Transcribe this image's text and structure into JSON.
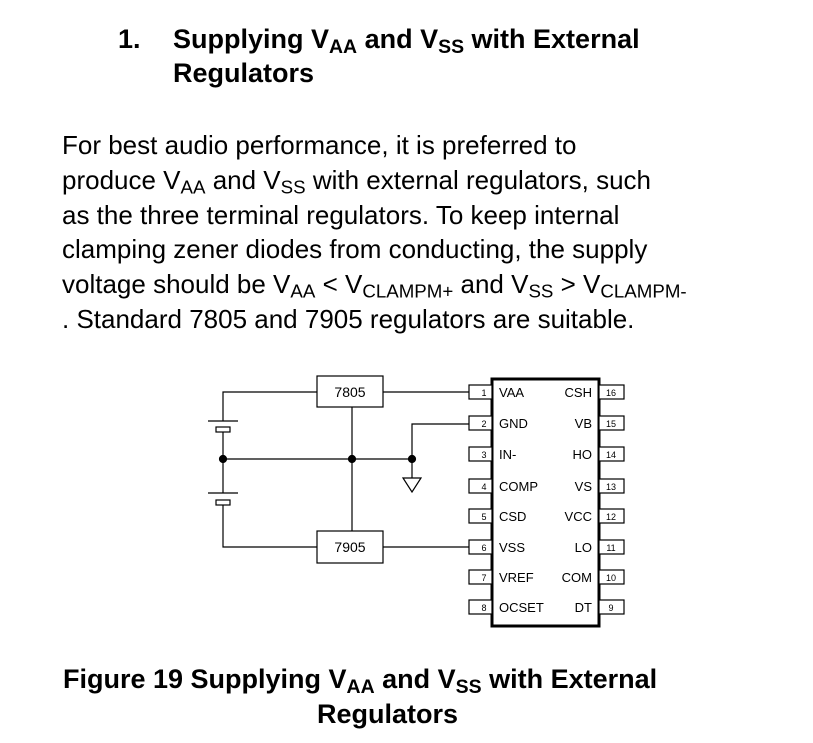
{
  "heading": {
    "number": "1.",
    "line1_a": "Supplying V",
    "sub1": "AA",
    "line1_b": " and V",
    "sub2": "SS",
    "line1_c": " with External",
    "line2": "Regulators"
  },
  "body": {
    "l1": "For best audio performance, it is preferred to",
    "l2a": "produce V",
    "l2s1": "AA",
    "l2b": " and V",
    "l2s2": "SS",
    "l2c": " with external regulators, such",
    "l3": "as the three terminal regulators. To keep internal",
    "l4": "clamping zener diodes from conducting, the supply",
    "l5a": "voltage should be V",
    "l5s1": "AA",
    "l5b": " < V",
    "l5s2": "CLAMPM+",
    "l5c": " and V",
    "l5s3": "SS",
    "l5d": " > V",
    "l5s4": "CLAMPM-",
    "l6": ". Standard 7805 and 7905 regulators are suitable."
  },
  "diagram": {
    "reg_pos": "7805",
    "reg_neg": "7905",
    "left_pins": [
      {
        "num": "1",
        "name": "VAA"
      },
      {
        "num": "2",
        "name": "GND"
      },
      {
        "num": "3",
        "name": "IN-"
      },
      {
        "num": "4",
        "name": "COMP"
      },
      {
        "num": "5",
        "name": "CSD"
      },
      {
        "num": "6",
        "name": "VSS"
      },
      {
        "num": "7",
        "name": "VREF"
      },
      {
        "num": "8",
        "name": "OCSET"
      }
    ],
    "right_pins": [
      {
        "num": "16",
        "name": "CSH"
      },
      {
        "num": "15",
        "name": "VB"
      },
      {
        "num": "14",
        "name": "HO"
      },
      {
        "num": "13",
        "name": "VS"
      },
      {
        "num": "12",
        "name": "VCC"
      },
      {
        "num": "11",
        "name": "LO"
      },
      {
        "num": "10",
        "name": "COM"
      },
      {
        "num": "9",
        "name": "DT"
      }
    ]
  },
  "caption": {
    "a": "Figure 19 Supplying V",
    "s1": "AA",
    "b": " and V",
    "s2": "SS",
    "c": " with External",
    "line2": "Regulators"
  }
}
